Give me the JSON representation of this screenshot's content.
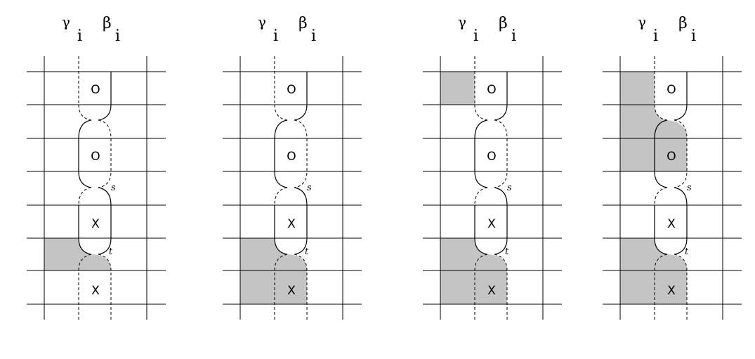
{
  "panels": [
    {
      "gamma": "γ",
      "beta": "β",
      "sub": "i",
      "marks": [
        "O",
        "O",
        "X",
        "X"
      ],
      "s_label": "s",
      "t_label": "t"
    },
    {
      "gamma": "γ",
      "beta": "β",
      "sub": "i",
      "marks": [
        "O",
        "O",
        "X",
        "X"
      ],
      "s_label": "s",
      "t_label": "t"
    },
    {
      "gamma": "γ",
      "beta": "β",
      "sub": "i",
      "marks": [
        "O",
        "O",
        "X",
        "X"
      ],
      "s_label": "s",
      "t_label": "t"
    },
    {
      "gamma": "γ",
      "beta": "β",
      "sub": "i",
      "marks": [
        "O",
        "O",
        "X",
        "X"
      ],
      "s_label": "s",
      "t_label": "t"
    }
  ]
}
